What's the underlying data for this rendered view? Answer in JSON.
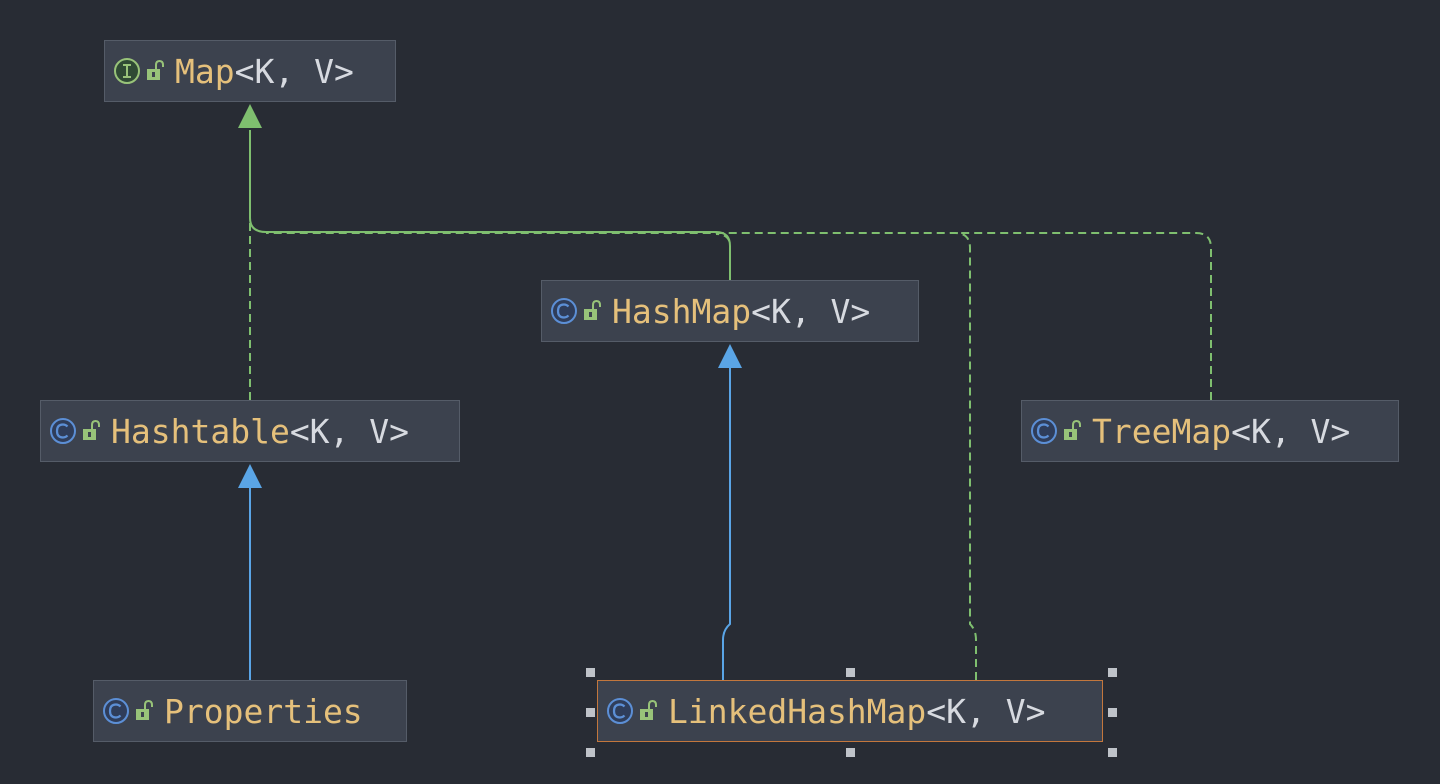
{
  "colors": {
    "background": "#282c34",
    "node_fill": "#3c424e",
    "node_border": "#555c68",
    "class_name": "#e5c07b",
    "generic_params": "#d7dae0",
    "interface_icon": "#98c379",
    "class_icon": "#5c8fd6",
    "lock_icon": "#98c379",
    "implements_edge": "#7fbf6f",
    "extends_edge": "#5aa5e6",
    "selection_border": "#c3773d"
  },
  "nodes": {
    "map": {
      "kind": "interface-icon",
      "name": "Map",
      "generic": "<K, V>"
    },
    "hashmap": {
      "kind": "class-icon",
      "name": "HashMap",
      "generic": "<K, V>"
    },
    "hashtable": {
      "kind": "class-icon",
      "name": "Hashtable",
      "generic": "<K, V>"
    },
    "treemap": {
      "kind": "class-icon",
      "name": "TreeMap",
      "generic": "<K, V>"
    },
    "properties": {
      "kind": "class-icon",
      "name": "Properties",
      "generic": ""
    },
    "linkedhashmap": {
      "kind": "class-icon",
      "name": "LinkedHashMap",
      "generic": "<K, V>",
      "selected": true
    }
  },
  "edges": [
    {
      "from": "Hashtable",
      "to": "Map",
      "type": "implements"
    },
    {
      "from": "HashMap",
      "to": "Map",
      "type": "implements"
    },
    {
      "from": "LinkedHashMap",
      "to": "Map",
      "type": "implements"
    },
    {
      "from": "TreeMap",
      "to": "Map",
      "type": "implements"
    },
    {
      "from": "Properties",
      "to": "Hashtable",
      "type": "extends"
    },
    {
      "from": "LinkedHashMap",
      "to": "HashMap",
      "type": "extends"
    }
  ]
}
